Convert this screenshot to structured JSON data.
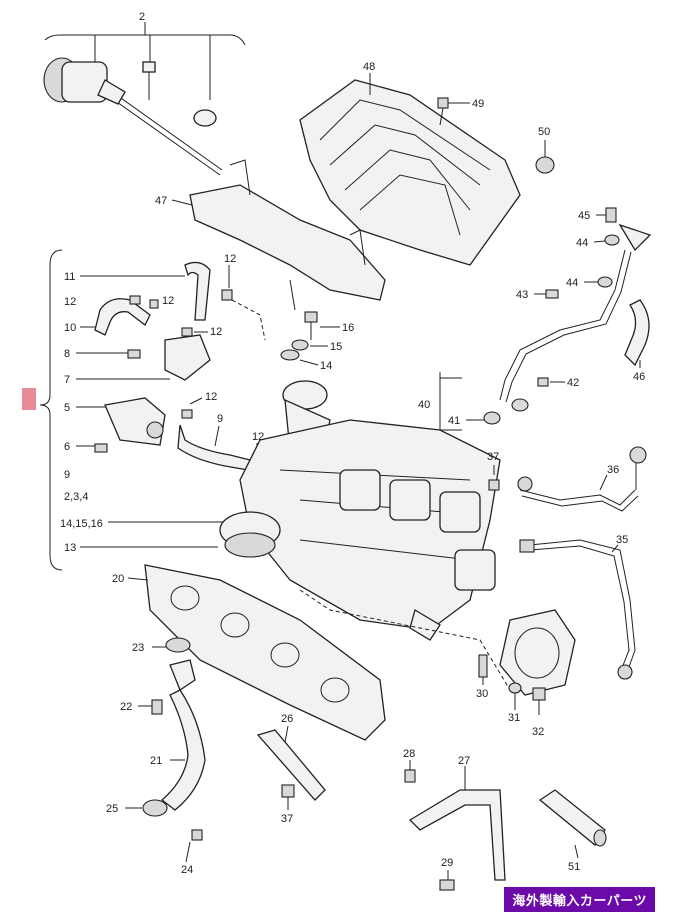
{
  "labels": {
    "l2": "2",
    "l48": "48",
    "l49": "49",
    "l50": "50",
    "l47": "47",
    "l45": "45",
    "l44a": "44",
    "l44b": "44",
    "l43": "43",
    "l46": "46",
    "l42": "42",
    "l40": "40",
    "l41": "41",
    "l11": "11",
    "l12a": "12",
    "l10": "10",
    "l8": "8",
    "l7": "7",
    "l5": "5",
    "l6": "6",
    "l9": "9",
    "l234": "2,3,4",
    "l141516": "14,15,16",
    "l13": "13",
    "l12b": "12",
    "l12c": "12",
    "l12d": "12",
    "l12e": "12",
    "l12f": "12",
    "l16": "16",
    "l15": "15",
    "l14": "14",
    "l9b": "9",
    "l37a": "37",
    "l36": "36",
    "l35": "35",
    "l20": "20",
    "l23": "23",
    "l22": "22",
    "l21": "21",
    "l25": "25",
    "l24": "24",
    "l26": "26",
    "l37b": "37",
    "l28": "28",
    "l27": "27",
    "l29": "29",
    "l30": "30",
    "l31": "31",
    "l32": "32",
    "l51": "51"
  },
  "watermark": "海外製輸入カーパーツ",
  "colors": {
    "line": "#222222",
    "badge": "#6b0aa8",
    "marker": "#e88a98"
  }
}
